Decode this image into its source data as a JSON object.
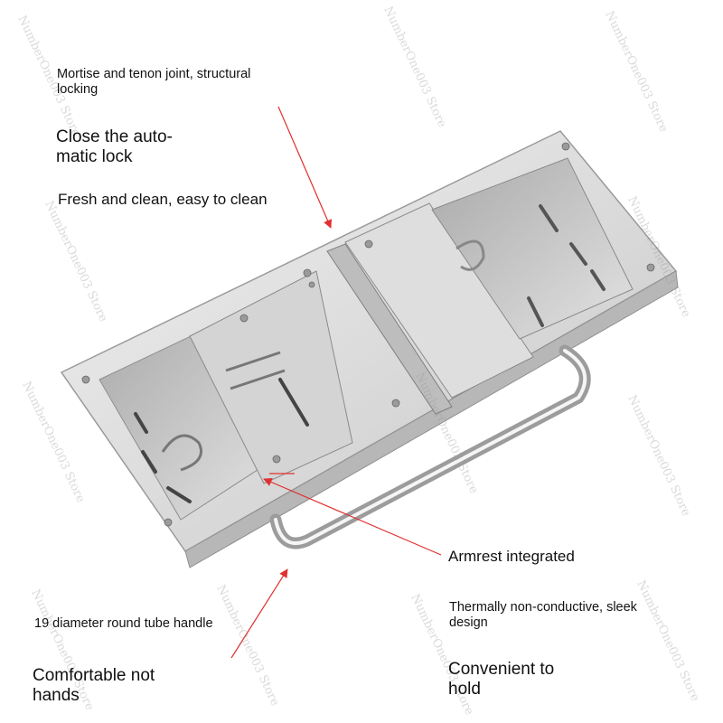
{
  "labels": {
    "mortise": "Mortise and tenon joint, structural locking",
    "close_lock": "Close the auto-matic lock",
    "fresh": "Fresh and clean, easy to clean",
    "armrest": "Armrest integrated",
    "handle": "19 diameter round tube handle",
    "thermal": "Thermally non-conductive, sleek design",
    "comfortable": "Comfortable not hands",
    "convenient": "Convenient to hold"
  },
  "watermark": "NumberOne003 Store",
  "colors": {
    "arrow": "#e03030",
    "steel_light": "#e6e6e6",
    "steel_mid": "#c9c9c9",
    "steel_dark": "#8f8f8f",
    "watermark": "#b4b4b4"
  }
}
